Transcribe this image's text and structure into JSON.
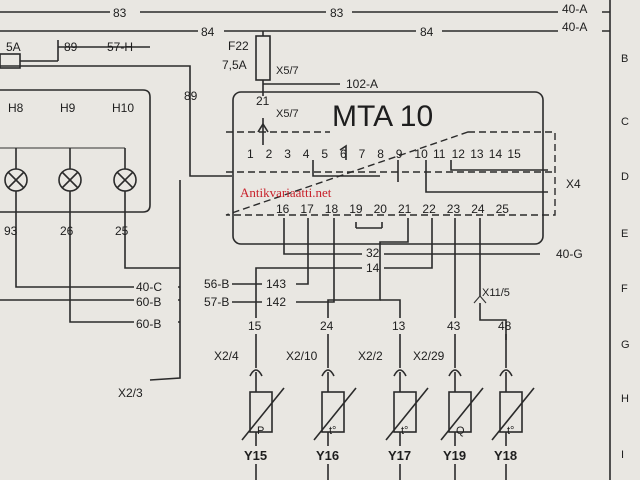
{
  "module": {
    "name": "MTA 10",
    "connector": "X4",
    "pin_top": "21",
    "pin_top_conn": "X5/7"
  },
  "fuse": {
    "id": "F22",
    "rating": "7,5A",
    "conn": "X5/7",
    "out_wire": "102-A"
  },
  "top_wires": {
    "w83a": "83",
    "w83b": "83",
    "w84a": "84",
    "w84b": "84",
    "r40a1": "40-A",
    "r40a2": "40-A"
  },
  "left_wires": {
    "fuse5a": "5A",
    "w89": "89",
    "w57h": "57-H",
    "w89v": "89"
  },
  "lamps": [
    {
      "label": "H8",
      "wire": "93"
    },
    {
      "label": "H9",
      "wire": "26"
    },
    {
      "label": "H10",
      "wire": "25"
    }
  ],
  "pins_row1": [
    "1",
    "2",
    "3",
    "4",
    "5",
    "6",
    "7",
    "8",
    "9",
    "10",
    "11",
    "12",
    "13",
    "14",
    "15"
  ],
  "pins_row2": [
    "16",
    "17",
    "18",
    "19",
    "20",
    "21",
    "22",
    "23",
    "24",
    "25"
  ],
  "mid_wires": {
    "w32": "32",
    "w14": "14",
    "r40g": "40-G",
    "w40c": "40-C",
    "w60b1": "60-B",
    "w60b2": "60-B",
    "w56b": "56-B",
    "w143": "143",
    "w57b": "57-B",
    "w142": "142",
    "x11": "X11/5",
    "x2_3": "X2/3"
  },
  "actuators": [
    {
      "id": "Y15",
      "wire": "15",
      "conn": "X2/4",
      "symbol": "P"
    },
    {
      "id": "Y16",
      "wire": "24",
      "conn": "X2/10",
      "symbol": "t°"
    },
    {
      "id": "Y17",
      "wire": "13",
      "conn": "X2/2",
      "symbol": "t°"
    },
    {
      "id": "Y19",
      "wire": "43",
      "conn": "X2/29",
      "symbol": "Q"
    },
    {
      "id": "Y18",
      "wire": "48",
      "conn": "",
      "symbol": "t°"
    }
  ],
  "grid_rows": [
    "B",
    "C",
    "D",
    "E",
    "F",
    "G",
    "H",
    "I"
  ],
  "watermark": "Antikvariaatti.net"
}
